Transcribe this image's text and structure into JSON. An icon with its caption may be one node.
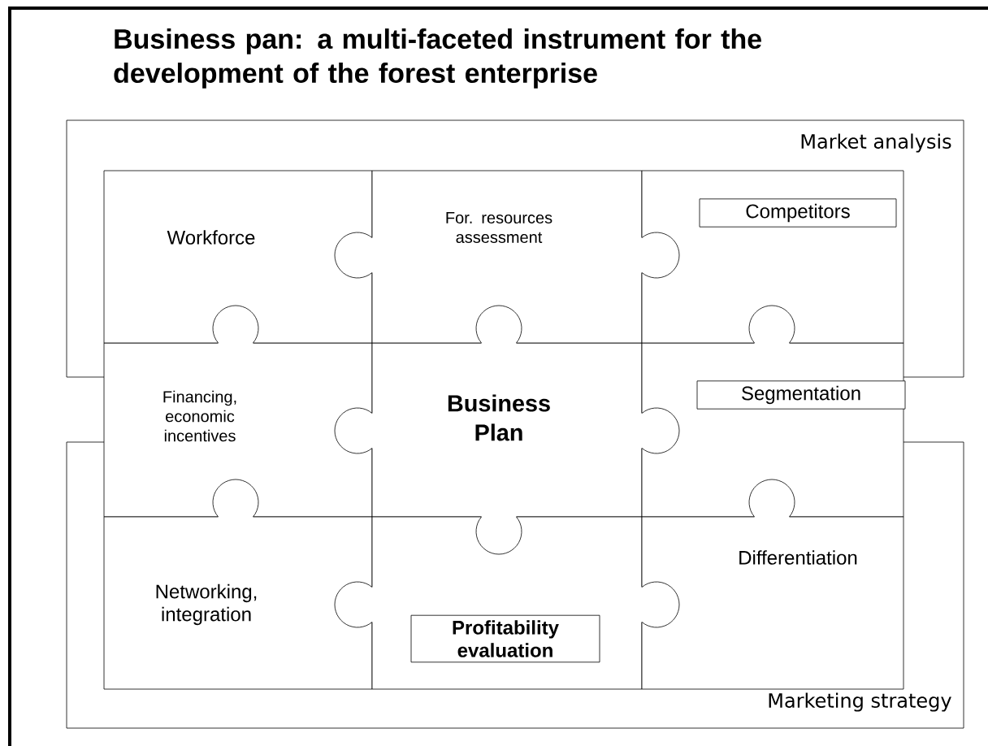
{
  "diagram": {
    "title": "Business pan: a multi-faceted instrument for the development of the forest enterprise",
    "nodes": [
      {
        "text": [
          "Market analysis"
        ]
      },
      {
        "text": [
          "Marketing strategy"
        ]
      },
      {
        "text": [
          "Workforce"
        ],
        "in": 0
      },
      {
        "text": [
          "For. resources assessment"
        ],
        "in": 0
      },
      {
        "text": [],
        "shape": "box",
        "in": 0
      },
      {
        "text": [
          "Competitors"
        ],
        "in": 4
      },
      {
        "text": [
          "Financing, economic incentives"
        ]
      },
      {
        "text": [
          "**Business Plan**"
        ]
      },
      {
        "text": [],
        "shape": "box"
      },
      {
        "text": [
          "Segmentation"
        ],
        "in": 8
      },
      {
        "text": [
          "Networking, integration"
        ],
        "in": 1
      },
      {
        "text": [],
        "shape": "box",
        "in": 1
      },
      {
        "text": [
          "**Profitability evaluation**"
        ],
        "in": 11
      },
      {
        "text": [
          "Differentiation"
        ],
        "in": 1
      }
    ]
  }
}
